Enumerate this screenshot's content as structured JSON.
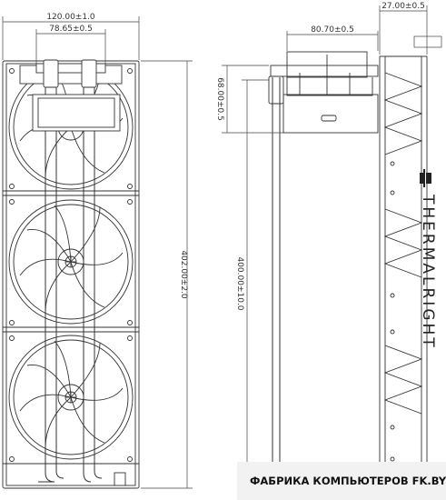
{
  "dimensions": {
    "front_width": "120.00±1.0",
    "front_block_width": "78.65±0.5",
    "front_height": "402.00±2.0",
    "side_depth": "27.00±0.5",
    "pump_width": "80.70±0.5",
    "pump_height": "68.00±0.5",
    "tube_length": "400.00±10.0"
  },
  "brand": {
    "name": "THERMALRIGHT"
  },
  "banner": {
    "text": "ФАБРИКА КОМПЬЮТЕРОВ FK.BY"
  },
  "colors": {
    "line": "#333333",
    "light": "#777777",
    "banner_bg": "#f2f2f2"
  }
}
